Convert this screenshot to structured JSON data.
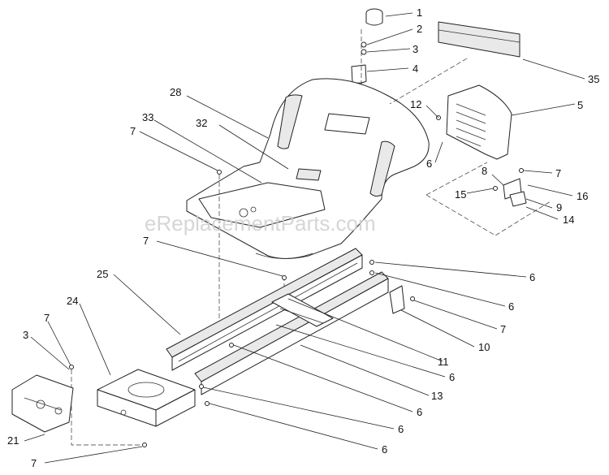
{
  "watermark": "eReplacementParts.com",
  "callouts": [
    {
      "id": "c1",
      "label": "1"
    },
    {
      "id": "c2",
      "label": "2"
    },
    {
      "id": "c3a",
      "label": "3"
    },
    {
      "id": "c4",
      "label": "4"
    },
    {
      "id": "c35",
      "label": "35"
    },
    {
      "id": "c5",
      "label": "5"
    },
    {
      "id": "c12",
      "label": "12"
    },
    {
      "id": "c28",
      "label": "28"
    },
    {
      "id": "c33",
      "label": "33"
    },
    {
      "id": "c32",
      "label": "32"
    },
    {
      "id": "c7a",
      "label": "7"
    },
    {
      "id": "c6a",
      "label": "6"
    },
    {
      "id": "c7b",
      "label": "7"
    },
    {
      "id": "c8",
      "label": "8"
    },
    {
      "id": "c15",
      "label": "15"
    },
    {
      "id": "c16",
      "label": "16"
    },
    {
      "id": "c9",
      "label": "9"
    },
    {
      "id": "c14",
      "label": "14"
    },
    {
      "id": "c7c",
      "label": "7"
    },
    {
      "id": "c6b",
      "label": "6"
    },
    {
      "id": "c25",
      "label": "25"
    },
    {
      "id": "c6c",
      "label": "6"
    },
    {
      "id": "c7d",
      "label": "7"
    },
    {
      "id": "c10",
      "label": "10"
    },
    {
      "id": "c24",
      "label": "24"
    },
    {
      "id": "c7e",
      "label": "7"
    },
    {
      "id": "c3b",
      "label": "3"
    },
    {
      "id": "c11",
      "label": "11"
    },
    {
      "id": "c6d",
      "label": "6"
    },
    {
      "id": "c13",
      "label": "13"
    },
    {
      "id": "c6e",
      "label": "6"
    },
    {
      "id": "c6f",
      "label": "6"
    },
    {
      "id": "c6g",
      "label": "6"
    },
    {
      "id": "c21",
      "label": "21"
    },
    {
      "id": "c7f",
      "label": "7"
    }
  ]
}
